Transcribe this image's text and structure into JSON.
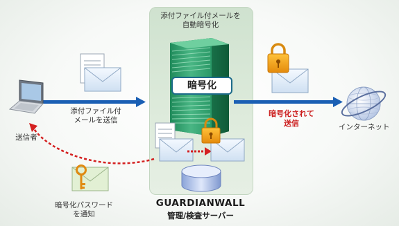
{
  "server_panel": {
    "top_label": "添付ファイル付メールを\n自動暗号化",
    "badge": "暗号化",
    "brand": "GUARDIANWALL",
    "subtitle": "管理/検査サーバー"
  },
  "sender": {
    "label": "送信者",
    "send_label": "添付ファイル付\nメールを送信"
  },
  "password_notice": "暗号化パスワード\nを通知",
  "encrypted_send": "暗号化されて\n送信",
  "internet": "インターネット",
  "colors": {
    "arrow_blue": "#1a5fb4",
    "arrow_red": "#d42020",
    "server_green": "#2f9a68",
    "lock_orange": "#f2a31b",
    "panel_green": "#d8e8d6"
  }
}
